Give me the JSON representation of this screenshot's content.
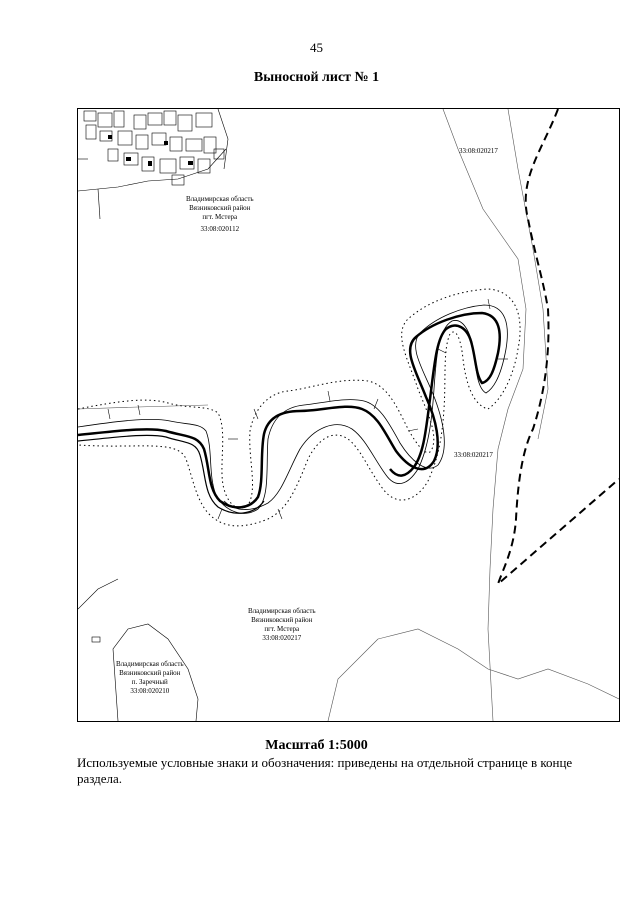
{
  "page": {
    "number": "45",
    "title": "Выносной лист № 1"
  },
  "map": {
    "labels": {
      "north_region": "Владимирская область",
      "north_district": "Вязниковский район",
      "north_settlement": "пгт. Мстера",
      "north_cadastre": "33:08:020112",
      "ne_cadastre": "33:08:020217",
      "east_cadastre": "33:08:020217",
      "south_region": "Владимирская область",
      "south_district": "Вязниковский район",
      "south_settlement": "пгт. Мстера",
      "south_cadastre": "33:08:020217",
      "sw_region": "Владимирская область",
      "sw_district": "Вязниковский район",
      "sw_settlement": "п. Заречный",
      "sw_cadastre": "33:08:020210"
    }
  },
  "footer": {
    "scale": "Масштаб 1:5000",
    "legend_note": "Используемые условные знаки и обозначения: приведены на отдельной странице в конце раздела."
  }
}
